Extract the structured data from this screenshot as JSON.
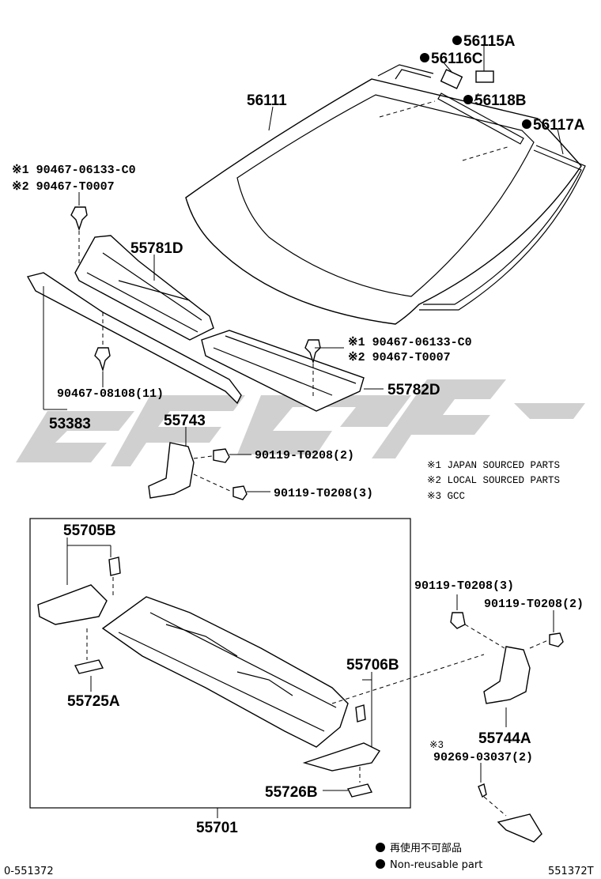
{
  "labels": {
    "p56115A": "56115A",
    "p56116C": "56116C",
    "p56111": "56111",
    "p56118B": "56118B",
    "p56117A": "56117A",
    "clip_top_1": "※1 90467-06133-C0",
    "clip_top_2": "※2 90467-T0007",
    "p55781D": "55781D",
    "clip_mid_1": "※1 90467-06133-C0",
    "clip_mid_2": "※2 90467-T0007",
    "p90467_08108": "90467-08108(11)",
    "p55782D": "55782D",
    "p53383": "53383",
    "p55743": "55743",
    "bolt_left_2": "90119-T0208(2)",
    "bolt_left_3": "90119-T0208(3)",
    "p55705B": "55705B",
    "p55725A": "55725A",
    "p55706B": "55706B",
    "p55726B": "55726B",
    "p55701": "55701",
    "bolt_right_3": "90119-T0208(3)",
    "bolt_right_2": "90119-T0208(2)",
    "p55744A": "55744A",
    "note3_mark": "※3",
    "p90269": "90269-03037(2)"
  },
  "notes": {
    "n1": "※1  JAPAN SOURCED PARTS",
    "n2": "※2  LOCAL SOURCED PARTS",
    "n3": "※3  GCC"
  },
  "legend": {
    "jp": "再使用不可部品",
    "en": "Non-reusable part"
  },
  "footer": {
    "left": "0-551372",
    "right": "551372T"
  }
}
